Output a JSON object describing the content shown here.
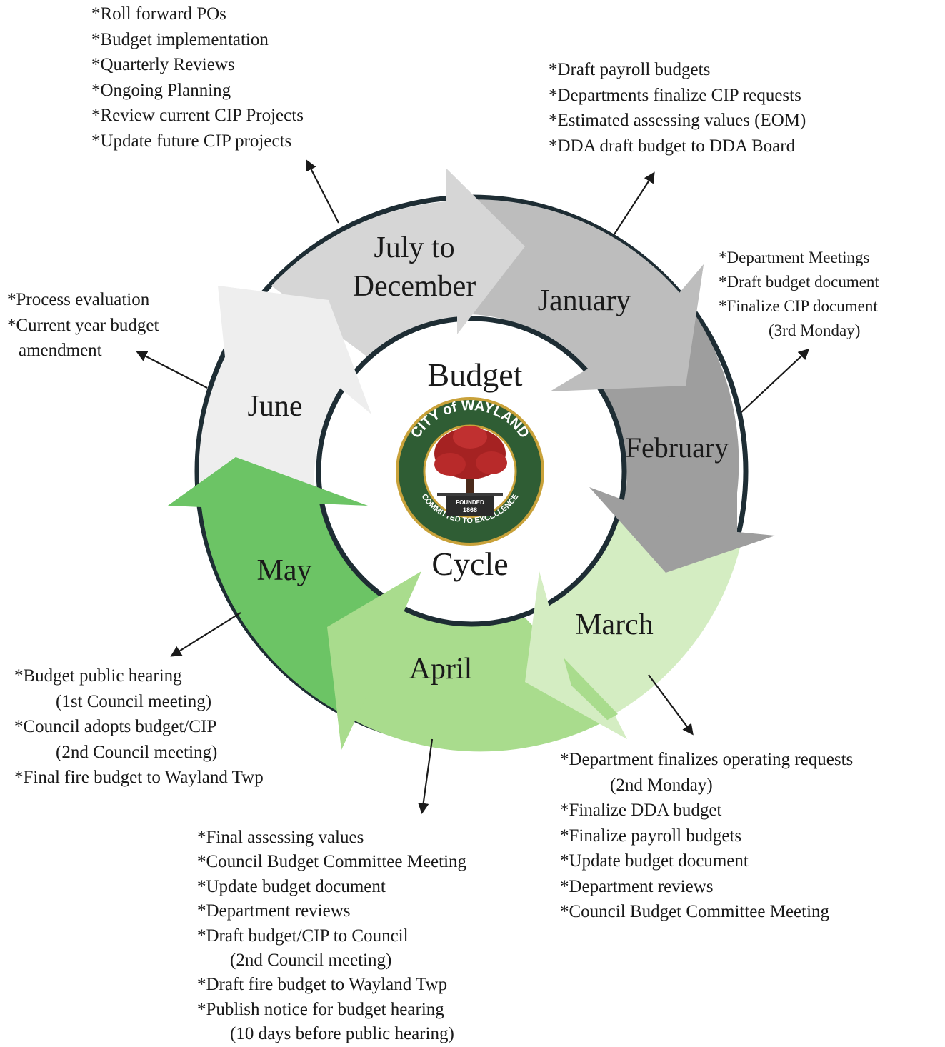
{
  "center": {
    "top_word": "Budget",
    "bottom_word": "Cycle"
  },
  "seal": {
    "top_text": "CITY of WAYLAND",
    "bottom_text": "COMMITTED TO EXCELLENCE",
    "founded_label": "FOUNDED",
    "founded_year": "1868",
    "colors": {
      "ring": "#2f5d34",
      "tree": "#a52222",
      "gold": "#c9a23a"
    }
  },
  "months": {
    "july_dec_line1": "July to",
    "july_dec_line2": "December",
    "january": "January",
    "february": "February",
    "march": "March",
    "april": "April",
    "may": "May",
    "june": "June"
  },
  "colors": {
    "ring_outline": "#1e2d34",
    "july_dec": "#d6d6d6",
    "january": "#bdbdbd",
    "february": "#9e9e9e",
    "march": "#d4edc2",
    "april": "#a9dc8d",
    "may": "#6cc465",
    "june": "#eeeeee"
  },
  "notes": {
    "july_dec": [
      "*Roll forward POs",
      "*Budget implementation",
      "*Quarterly Reviews",
      "*Ongoing Planning",
      "*Review current CIP Projects",
      "*Update future CIP projects"
    ],
    "january": [
      "*Draft payroll budgets",
      "*Departments finalize CIP requests",
      "*Estimated assessing values (EOM)",
      "*DDA draft budget to DDA Board"
    ],
    "february": [
      "*Department Meetings",
      "*Draft budget document",
      "*Finalize CIP document",
      "(3rd Monday)"
    ],
    "june": [
      "*Process evaluation",
      "*Current year budget",
      "amendment"
    ],
    "may": [
      "*Budget public hearing",
      "(1st Council meeting)",
      "*Council adopts budget/CIP",
      "(2nd Council meeting)",
      "*Final fire budget to Wayland Twp"
    ],
    "march": [
      "*Department finalizes operating requests",
      "(2nd Monday)",
      "*Finalize DDA budget",
      "*Finalize payroll budgets",
      "*Update budget document",
      "*Department reviews",
      "*Council Budget Committee Meeting"
    ],
    "april": [
      "*Final assessing values",
      "*Council Budget Committee Meeting",
      "*Update budget document",
      "*Department reviews",
      "*Draft budget/CIP to Council",
      "(2nd Council meeting)",
      "*Draft fire budget to Wayland Twp",
      "*Publish notice for budget hearing",
      "(10 days before public hearing)"
    ]
  }
}
